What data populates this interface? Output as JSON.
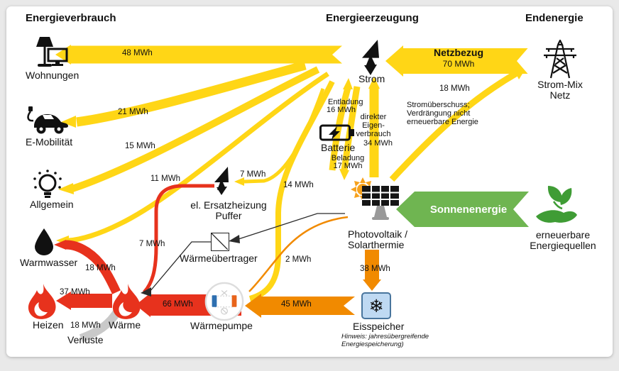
{
  "headers": {
    "left": "Energieverbrauch",
    "center": "Energieerzeugung",
    "right": "Endenergie"
  },
  "nodes": {
    "wohnungen": "Wohnungen",
    "emobility": "E-Mobilität",
    "allgemein": "Allgemein",
    "warmwasser": "Warmwasser",
    "heizen": "Heizen",
    "waerme": "Wärme",
    "verluste": "Verluste",
    "strom": "Strom",
    "batterie": "Batterie",
    "pv1": "Photovoltaik /",
    "pv2": "Solarthermie",
    "eis": "Eisspeicher",
    "ers1": "el. Ersatzheizung",
    "ers2": "Puffer",
    "uebertrager": "Wärmeübertrager",
    "pumpe": "Wärmepumpe",
    "netz1": "Strom-Mix",
    "netz2": "Netz",
    "ern1": "erneuerbare",
    "ern2": "Energiequellen"
  },
  "flows": {
    "f48": "48 MWh",
    "f21": "21 MWh",
    "f15": "15 MWh",
    "f11": "11 MWh",
    "f7y": "7 MWh",
    "f14": "14 MWh",
    "f7r": "7 MWh",
    "f18w": "18 MWh",
    "f37": "37 MWh",
    "f18v": "18 MWh",
    "f66": "66 MWh",
    "f45": "45 MWh",
    "f2": "2 MWh",
    "f38": "38 MWh",
    "netzbezug_name": "Netzbezug",
    "f70": "70 MWh",
    "f18n": "18 MWh",
    "entl_t": "Entladung",
    "entl_v": "16 MWh",
    "dir1": "direkter",
    "dir2": "Eigen-",
    "dir3": "verbrauch",
    "f34": "34 MWh",
    "bel_t": "Beladung",
    "bel_v": "17 MWh",
    "sonnen": "Sonnenenergie"
  },
  "ann": {
    "su1": "Stromüberschuss;",
    "su2": "Verdrängung nicht",
    "su3": "erneuerbare Energie",
    "note1": "Hinweis: jahresübergreifende",
    "note2": "Energiespeicherung)"
  },
  "icons": {
    "snowflake": "❄"
  },
  "colors": {
    "electricity_yellow": "#FFD616",
    "heat_red": "#E7321D",
    "solar_orange": "#F18A00",
    "renewable_green": "#6FB551",
    "loss_gray": "#C9C9C9",
    "ice_fill": "#BFD9F2",
    "ice_border": "#49759D"
  }
}
